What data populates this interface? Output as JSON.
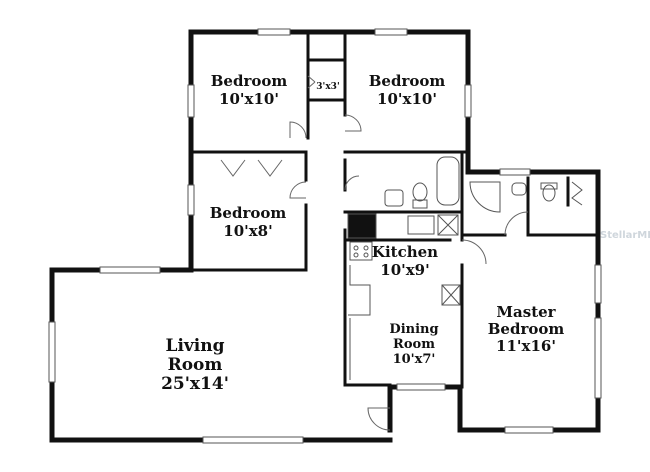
{
  "rooms": {
    "bedroom_nw": {
      "name": "Bedroom",
      "size": "10'x10'"
    },
    "closet": {
      "size": "3'x3'"
    },
    "bedroom_ne": {
      "name": "Bedroom",
      "size": "10'x10'"
    },
    "bedroom_w": {
      "name": "Bedroom",
      "size": "10'x8'"
    },
    "kitchen": {
      "name": "Kitchen",
      "size": "10'x9'"
    },
    "master": {
      "name_line1": "Master",
      "name_line2": "Bedroom",
      "size": "11'x16'"
    },
    "dining": {
      "name_line1": "Dining",
      "name_line2": "Room",
      "size": "10'x7'"
    },
    "living": {
      "name_line1": "Living",
      "name_line2": "Room",
      "size": "25'x14'"
    }
  },
  "watermark": "StellarMLS",
  "colors": {
    "wall": "#111111",
    "window": "#ffffff",
    "fixture": "#555555"
  }
}
